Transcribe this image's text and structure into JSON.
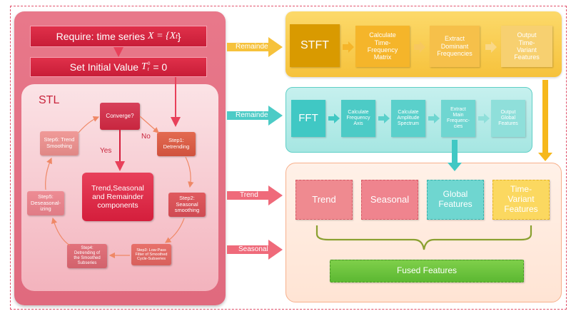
{
  "left": {
    "require_prefix": "Require: time series ",
    "require_math": "X = {X",
    "require_sub": "t",
    "require_end": "}",
    "init_prefix": "Set Initial Value ",
    "init_math": "T",
    "init_sup": "0",
    "init_sub": "t",
    "init_end": " = 0",
    "stl_title": "STL",
    "converge": "Converge?",
    "no_label": "No",
    "yes_label": "Yes",
    "step1": "Step1:\nDetrending",
    "step2": "Step2:\nSeasonal\nsmoothing",
    "step3": "Step3: Low-Pass\nFilter of Smoothed\nCycle-Subseries",
    "step4": "Step4:\nDetrending of\nthe Smoothed\nSubseries",
    "step5": "Step5:\nDeseasonal-\nizing",
    "step6": "Step6: Trend\nSmoothing",
    "trend_components": "Trend,Seasonal\nand Remainder\ncomponents"
  },
  "arrows": {
    "stft_label": "Remainde",
    "fft_label": "Remainde",
    "trend_label": "Trend",
    "seasonal_label": "Seasonal"
  },
  "stft": {
    "main": "STFT",
    "b1": "Calculate\nTime-\nFrequency\nMatrix",
    "b2": "Extract\nDominant\nFrequencies",
    "b3": "Output\nTime-\nVariant\nFeatures"
  },
  "fft": {
    "main": "FFT",
    "b1": "Calculate\nFrequency\nAxis",
    "b2": "Calculate\nAmplitude\nSpectrum",
    "b3": "Extract\nMain\nFrequenc-\ncies",
    "b4": "Output\nGlobal\nFeatures"
  },
  "fused": {
    "trend": "Trend",
    "seasonal": "Seasonal",
    "global": "Global\nFeatures",
    "time_variant": "Time-\nVariant\nFeatures",
    "fused": "Fused Features"
  },
  "colors": {
    "left_panel": "#e06a7e",
    "stft_panel": "#f6c23c",
    "fft_panel": "#a6e6e2",
    "fused_green": "#5cb832"
  }
}
